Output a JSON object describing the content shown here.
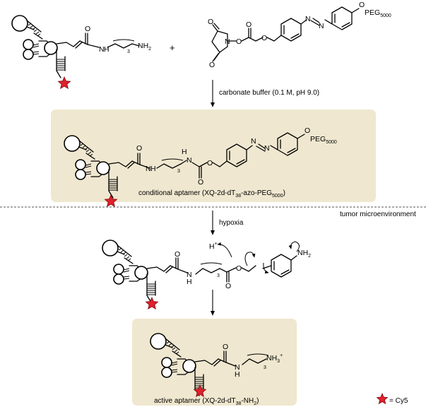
{
  "step1": {
    "reagent_label": "carbonate buffer (0.1 M, pH 9.0)"
  },
  "step2": {
    "reagent_label": "hypoxia"
  },
  "region_label": "tumor microenvironment",
  "panel1": {
    "name": "conditional aptamer (XQ-2d-dT",
    "name_sub": "38",
    "name_mid": "-azo-PEG",
    "name_sub2": "5000",
    "name_end": ")"
  },
  "panel2": {
    "name": "active aptamer (XQ-2d-dT",
    "name_sub": "38",
    "name_mid": "-NH",
    "name_sub2": "2",
    "name_end": ")"
  },
  "legend": {
    "label": "= Cy5"
  },
  "atoms": {
    "N": "N",
    "H": "H",
    "O": "O",
    "NH2": "NH",
    "two": "2",
    "three": "3",
    "PEG": "PEG",
    "peg_sub": "5000",
    "Hplus": "H",
    "plus": "+",
    "NH3": "NH",
    "three_b": "3",
    "plus_sign": "+"
  },
  "colors": {
    "panel": "#efe7cf",
    "star": "#e2202b"
  }
}
